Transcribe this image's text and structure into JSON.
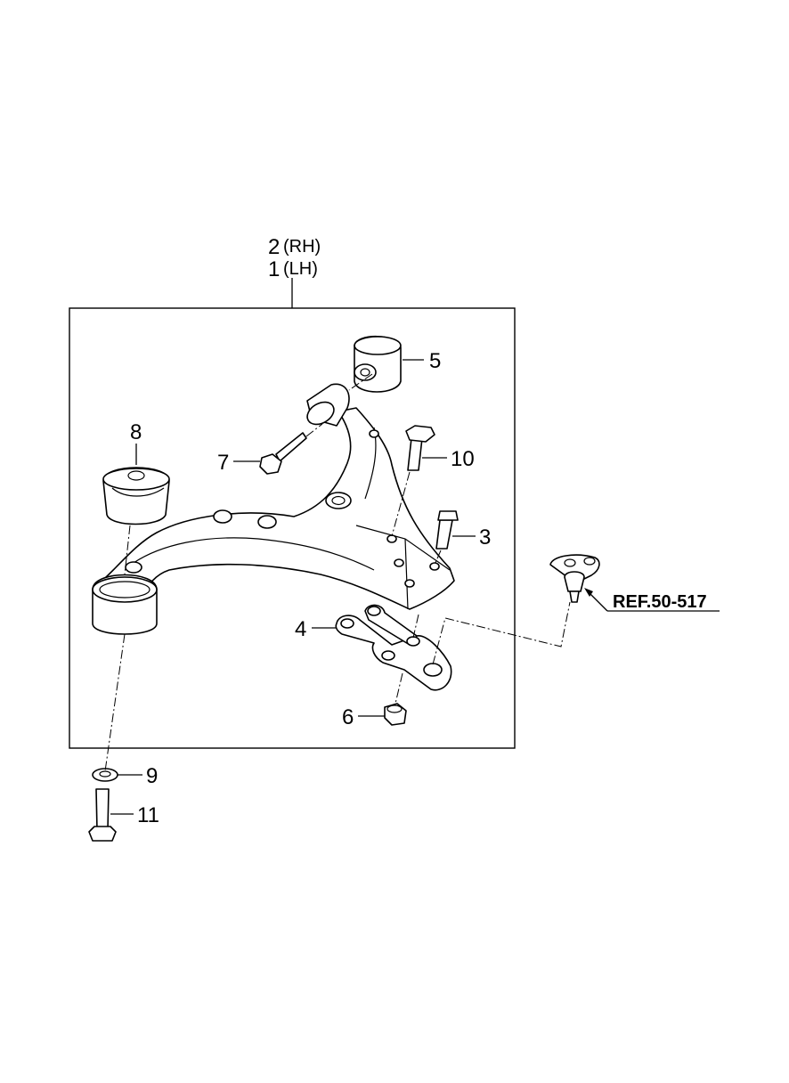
{
  "assembly": {
    "callout_rh_num": "2",
    "callout_rh_tag": "(RH)",
    "callout_lh_num": "1",
    "callout_lh_tag": "(LH)"
  },
  "callouts": {
    "p3": "3",
    "p4": "4",
    "p5": "5",
    "p6": "6",
    "p7": "7",
    "p8": "8",
    "p9": "9",
    "p10": "10",
    "p11": "11"
  },
  "reference": {
    "label": "REF.50-517"
  }
}
